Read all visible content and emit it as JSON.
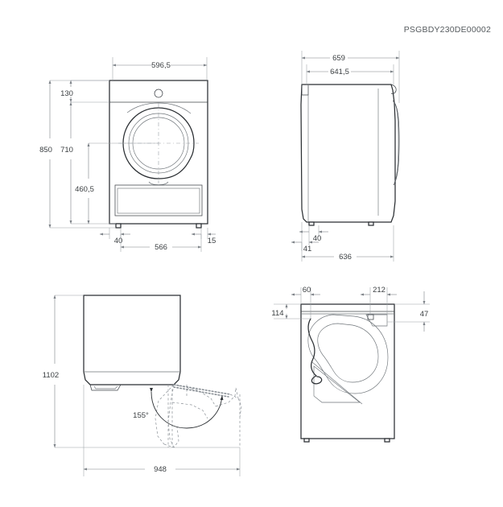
{
  "sheet": {
    "product_code": "PSGBDY230DE00002",
    "background_color": "#ffffff",
    "line_color": "#2b2f33",
    "dimension_color": "#7b8086",
    "text_color": "#3b3f42"
  },
  "views": {
    "front": {
      "name": "front-elevation-view",
      "dimensions": {
        "overall_width": "596,5",
        "overall_height": "850",
        "panel_height": "130",
        "body_height": "710",
        "door_center_height": "460,5",
        "foot_left_offset": "40",
        "foot_right_offset": "15",
        "foot_span": "566"
      }
    },
    "side": {
      "name": "side-elevation-view",
      "dimensions": {
        "depth_with_handle": "659",
        "depth_body": "641,5",
        "foot_offset": "40",
        "rear_offset": "41",
        "depth_base": "636"
      }
    },
    "top": {
      "name": "top-plan-door-swing-view",
      "dimensions": {
        "depth_with_door_open": "1102",
        "door_swing_angle": "155°",
        "width_with_door_open": "948"
      }
    },
    "rear": {
      "name": "rear-elevation-view",
      "dimensions": {
        "cord_offset_left": "60",
        "connector_offset": "212",
        "cord_height": "114",
        "connector_height": "47"
      }
    }
  }
}
